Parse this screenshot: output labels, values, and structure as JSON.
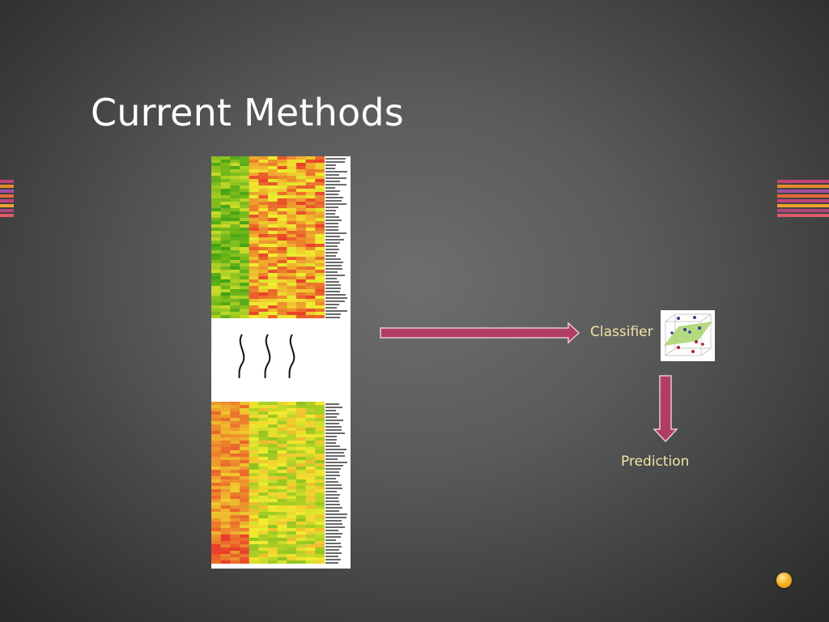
{
  "slide": {
    "title": "Current Methods",
    "classifier_label": "Classifier",
    "prediction_label": "Prediction"
  },
  "colors": {
    "arrow_fill": "#b03d63",
    "arrow_stroke": "#e8c8d2",
    "label_text": "#f2e3a6",
    "heatmap_red": "#e8402a",
    "heatmap_yellow": "#f2ec30",
    "heatmap_green": "#2f9a12",
    "stripe_colors": [
      "#c2427a",
      "#e58a2a",
      "#9b4fa0",
      "#e06a3a",
      "#c2427a",
      "#f0a030",
      "#b0457f",
      "#e05a68"
    ]
  },
  "icons": {
    "heatmap": "gene-expression-heatmap",
    "classifier": "3d-scatter-hyperplane-icon",
    "nav": "orange-circle-icon"
  }
}
